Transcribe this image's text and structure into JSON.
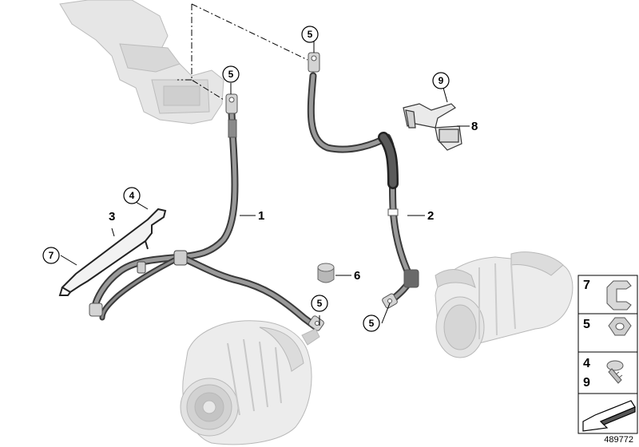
{
  "callouts": {
    "part1": "1",
    "part2": "2",
    "part3": "3",
    "part6": "6",
    "part8": "8"
  },
  "circled": {
    "top_left_5": "5",
    "top_right_5": "5",
    "bracket_4": "4",
    "clip_7": "7",
    "alternator_5": "5",
    "starter_5": "5",
    "bracket_9": "9"
  },
  "legend": {
    "row1": "7",
    "row2": "5",
    "row3a": "4",
    "row3b": "9"
  },
  "drawing_number": "489772"
}
